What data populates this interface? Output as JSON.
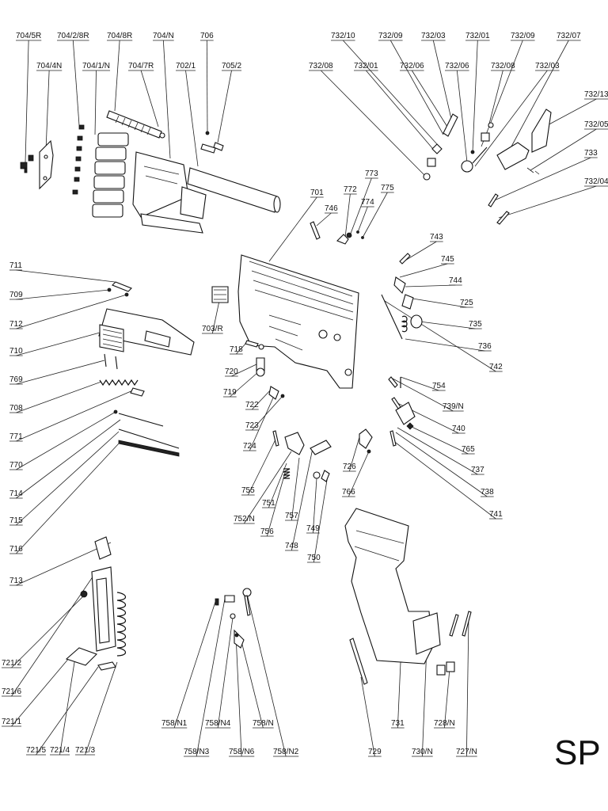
{
  "sheet_letter": "SP",
  "labels": [
    "704/5R",
    "704/2/8R",
    "704/8R",
    "704/N",
    "706",
    "704/4N",
    "704/1/N",
    "704/7R",
    "702/1",
    "705/2",
    "732/10",
    "732/09",
    "732/03",
    "732/01",
    "732/09b",
    "732/07",
    "732/08",
    "732/01b",
    "732/06",
    "732/06b",
    "732/08b",
    "732/03b",
    "732/13",
    "732/05",
    "733",
    "732/04",
    "773",
    "775",
    "772",
    "774",
    "746",
    "701",
    "711",
    "709",
    "712",
    "710",
    "703/R",
    "718",
    "720",
    "719",
    "769",
    "708",
    "722",
    "723",
    "724",
    "771",
    "770",
    "714",
    "715",
    "716",
    "713",
    "743",
    "745",
    "744",
    "725",
    "735",
    "736",
    "742",
    "754",
    "739/N",
    "740",
    "765",
    "737",
    "738",
    "741",
    "755",
    "751",
    "752/N",
    "756",
    "757",
    "748",
    "749",
    "750",
    "726",
    "766",
    "721/2",
    "721/6",
    "721/1",
    "721/5",
    "721/4",
    "721/3",
    "758/N1",
    "758/N3",
    "758/N4",
    "758/N6",
    "758/N",
    "758/N2",
    "731",
    "729",
    "730/N",
    "728/N",
    "727/N"
  ]
}
